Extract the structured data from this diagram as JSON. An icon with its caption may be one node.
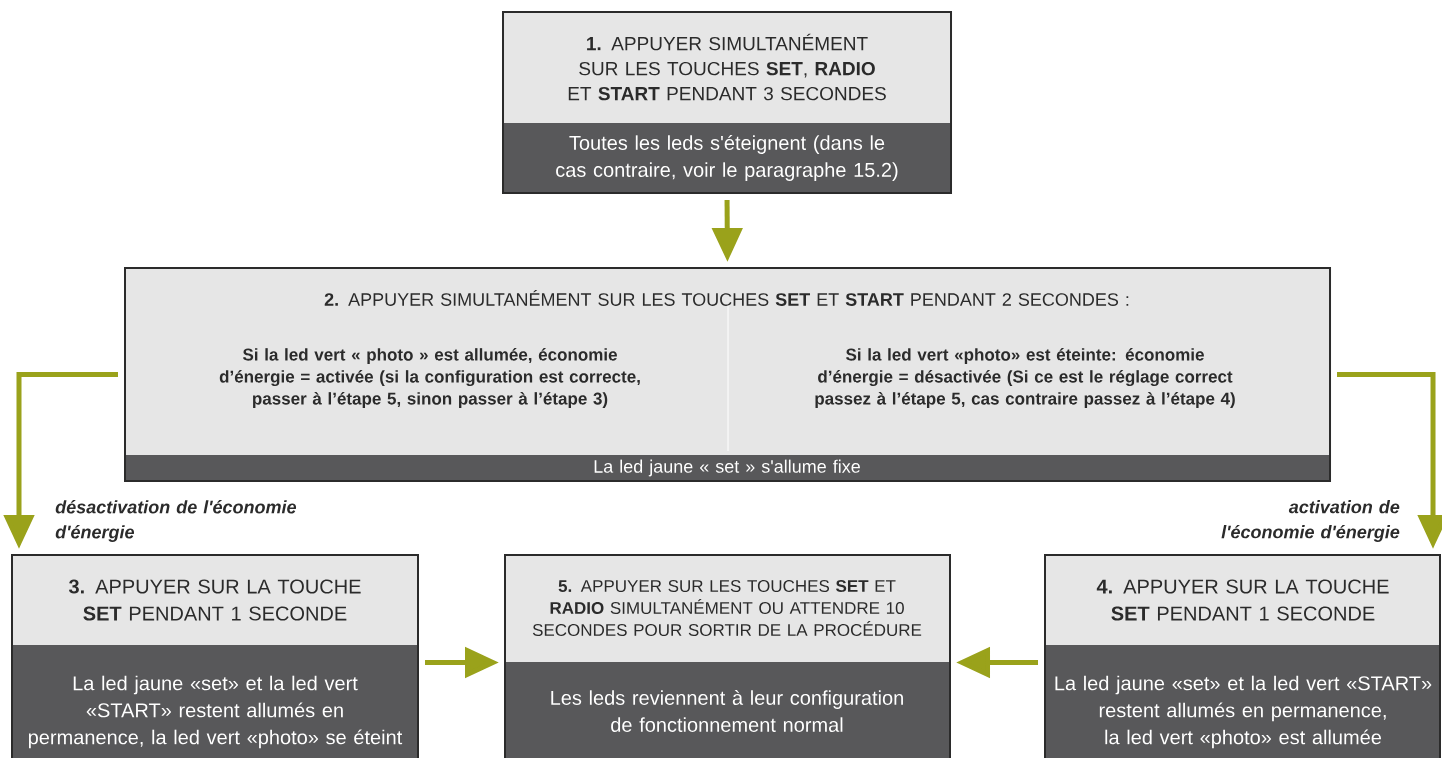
{
  "diagram": {
    "nodes": [
      {
        "text": [
          "**1.** APPUYER SIMULTANÉMENT SUR LES TOUCHES **SET**, **RADIO** ET **START** PENDANT 3 SECONDES",
          "Toutes les leds s'éteignent (dans le cas contraire, voir le paragraphe 15.2)"
        ]
      },
      {
        "text": [
          "**2.** APPUYER SIMULTANÉMENT SUR LES TOUCHES **SET** ET **START** PENDANT 2 SECONDES :",
          "Si la led vert « photo » est allumée, économie d’énergie = activée (si la configuration est correcte, passer à l’étape 5, sinon passer à l’étape 3)",
          "Si la led vert «photo» est éteinte: économie d’énergie = désactivée (Si ce est le réglage correct passez à l’étape 5, cas contraire passez à l’étape 4)",
          "La led jaune « set » s'allume fixe"
        ]
      },
      {
        "text": [
          "**3.** APPUYER SUR LA TOUCHE **SET** PENDANT 1 SECONDE",
          "La led jaune «set» et la led vert «START» restent allumés en permanence, la led vert «photo» se éteint"
        ]
      },
      {
        "text": [
          "**5.** APPUYER SUR LES TOUCHES **SET** ET **RADIO** SIMULTANÉMENT OU ATTENDRE 10 SECONDES POUR SORTIR DE LA PROCÉDURE",
          "Les leds reviennent à leur configuration de fonctionnement normal"
        ]
      },
      {
        "text": [
          "**4.** APPUYER SUR LA TOUCHE **SET** PENDANT 1 SECONDE",
          "La led jaune «set» et la led vert «START» restent allumés en permanence, la led vert «photo» est allumée"
        ]
      }
    ],
    "edges": [
      {
        "from": 0,
        "to": 1,
        "arrow": "to"
      },
      {
        "from": 1,
        "to": 2,
        "arrow": "to",
        "label": "désactivation de l'économie d'énergie"
      },
      {
        "from": 1,
        "to": 4,
        "arrow": "to",
        "label": "activation de l'économie d'énergie"
      },
      {
        "from": 2,
        "to": 3,
        "arrow": "to"
      },
      {
        "from": 4,
        "to": 3,
        "arrow": "to"
      }
    ]
  }
}
